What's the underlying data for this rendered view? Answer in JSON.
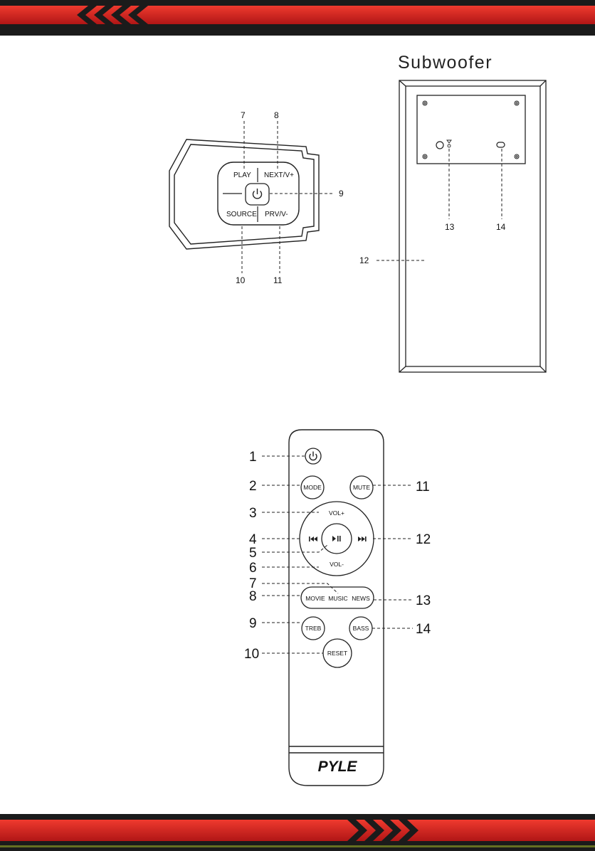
{
  "colors": {
    "accent_red": "#d42020",
    "dark_bar": "#1b1b1b",
    "line": "#222222"
  },
  "panel": {
    "buttons": {
      "play": "PLAY",
      "next": "NEXT/V+",
      "source": "SOURCE",
      "prev": "PRV/V-"
    },
    "power_icon": "power-icon",
    "callouts": {
      "n7": "7",
      "n8": "8",
      "n9": "9",
      "n10": "10",
      "n11": "11"
    }
  },
  "subwoofer": {
    "title": "Subwoofer",
    "callouts": {
      "n12": "12",
      "n13": "13",
      "n14": "14"
    }
  },
  "remote": {
    "buttons": {
      "mode": "MODE",
      "mute": "MUTE",
      "vol_up": "VOL+",
      "vol_down": "VOL-",
      "movie": "MOVIE",
      "music": "MUSIC",
      "news": "NEWS",
      "treb": "TREB",
      "bass": "BASS",
      "reset": "RESET"
    },
    "brand": "PYLE",
    "callouts": {
      "n1": "1",
      "n2": "2",
      "n3": "3",
      "n4": "4",
      "n5": "5",
      "n6": "6",
      "n7": "7",
      "n8": "8",
      "n9": "9",
      "n10": "10",
      "n11": "11",
      "n12": "12",
      "n13": "13",
      "n14": "14"
    }
  }
}
